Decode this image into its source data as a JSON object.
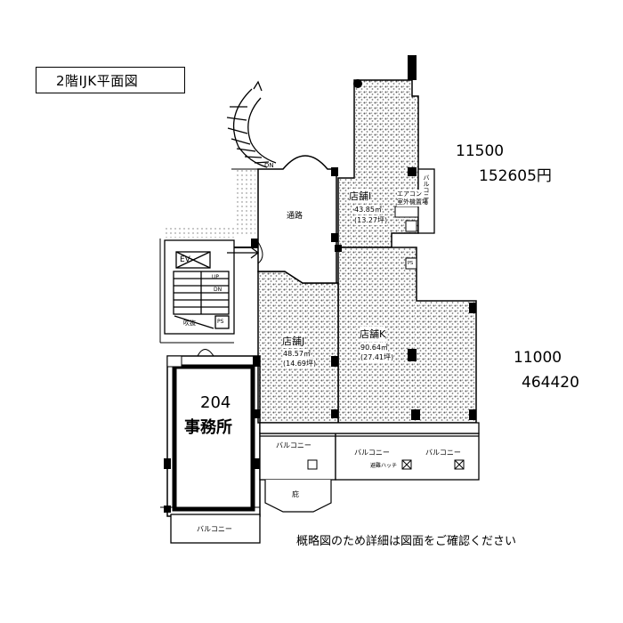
{
  "title": "2階IJK平面図",
  "prices": {
    "shop_i_area": "11500",
    "shop_i_price": "152605円",
    "shop_k_area": "11000",
    "shop_k_price": "464420"
  },
  "rooms": {
    "shop_i": {
      "name": "店舗I",
      "area": "43.85㎡",
      "tsubo": "(13.27坪)"
    },
    "shop_j": {
      "name": "店舗J",
      "area": "48.57㎡",
      "tsubo": "(14.69坪)"
    },
    "shop_k": {
      "name": "店舗K",
      "area": "90.64㎡",
      "tsubo": "(27.41坪)"
    },
    "office": {
      "number": "204",
      "name": "事務所"
    }
  },
  "labels": {
    "corridor": "通路",
    "balcony": "バルコニー",
    "balcony_vertical": "バルコニー",
    "ac": "エアコン",
    "ac_outdoor": "室外機置場",
    "ev": "EV",
    "up": "UP",
    "dn": "DN",
    "dn_top": "DN",
    "atrium": "吹抜",
    "ps": "PS",
    "hatch": "避難ハッチ",
    "eaves": "庇"
  },
  "disclaimer": "概略図のため詳細は図面をご確認ください",
  "colors": {
    "stipple": "#9a9a9a",
    "line": "#000000"
  }
}
